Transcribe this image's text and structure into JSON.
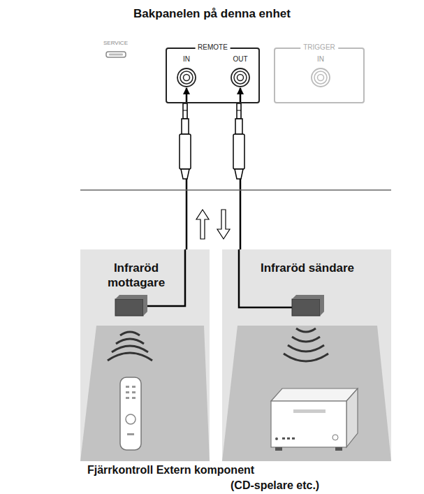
{
  "diagram": {
    "title": "Bakpanelen på denna enhet",
    "nodes": [
      {
        "text": [
          "REMOTE"
        ]
      },
      {
        "text": [
          "IN"
        ],
        "in": 0
      },
      {
        "text": [
          "OUT"
        ],
        "in": 0
      },
      {
        "text": [
          "TRIGGER"
        ]
      },
      {
        "text": [
          "IN"
        ],
        "in": 3
      },
      {
        "text": [
          "Infraröd mottagare"
        ]
      },
      {
        "text": [
          "Infraröd sändare"
        ]
      }
    ],
    "edges": [
      {
        "from": 5,
        "to": 1,
        "arrow": "to"
      },
      {
        "from": 6,
        "to": 2,
        "arrow": "to"
      }
    ],
    "labels": [
      "SERVICE",
      "Fjärrkontroll Extern komponent",
      "(CD-spelare etc.)"
    ]
  }
}
